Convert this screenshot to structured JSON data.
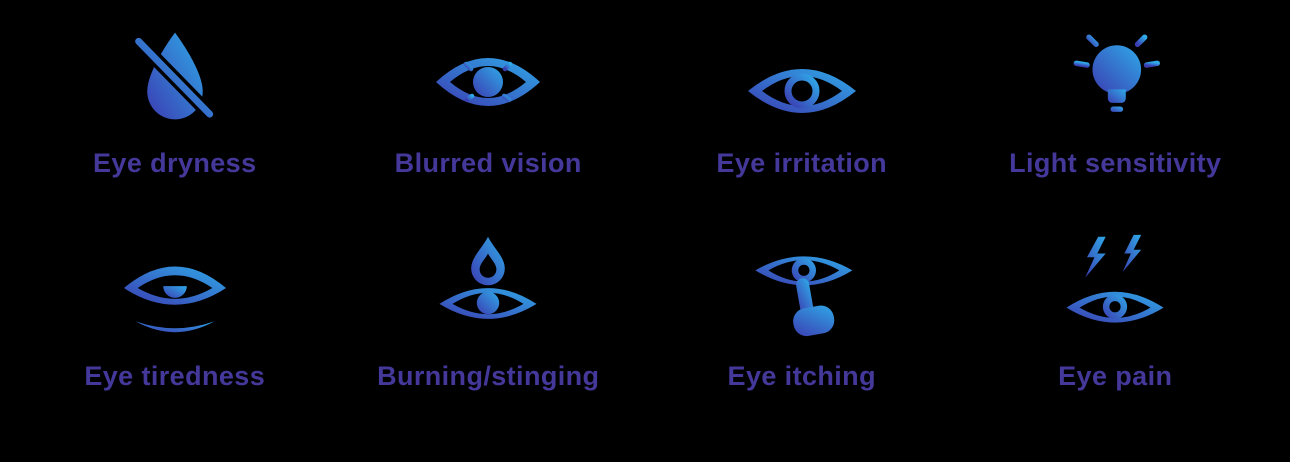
{
  "colors": {
    "background": "#000000",
    "label": "#44399b",
    "icon_gradient_start": "#3b3db2",
    "icon_gradient_end": "#2fa9e8"
  },
  "grid": {
    "items": [
      {
        "label": "Eye dryness",
        "icon": "crossed-drop-icon"
      },
      {
        "label": "Blurred vision",
        "icon": "blurred-eye-icon"
      },
      {
        "label": "Eye irritation",
        "icon": "irritated-eye-icon"
      },
      {
        "label": "Light sensitivity",
        "icon": "light-bulb-icon"
      },
      {
        "label": "Eye tiredness",
        "icon": "tired-eye-icon"
      },
      {
        "label": "Burning/stinging",
        "icon": "burning-eye-icon"
      },
      {
        "label": "Eye itching",
        "icon": "itching-eye-icon"
      },
      {
        "label": "Eye pain",
        "icon": "eye-pain-icon"
      }
    ]
  }
}
